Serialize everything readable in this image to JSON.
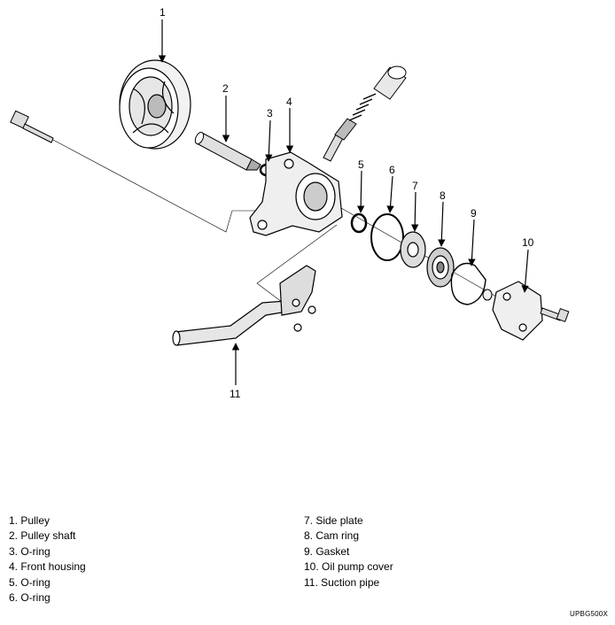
{
  "callouts": [
    "1",
    "2",
    "3",
    "4",
    "5",
    "6",
    "7",
    "8",
    "9",
    "10",
    "11"
  ],
  "legend_left": [
    "1. Pulley",
    "2. Pulley shaft",
    "3. O-ring",
    "4. Front housing",
    "5. O-ring",
    "6. O-ring"
  ],
  "legend_right": [
    "7. Side plate",
    "8. Cam ring",
    "9. Gasket",
    "10. Oil pump cover",
    "11. Suction pipe"
  ],
  "figure_code": "UPBG500X"
}
